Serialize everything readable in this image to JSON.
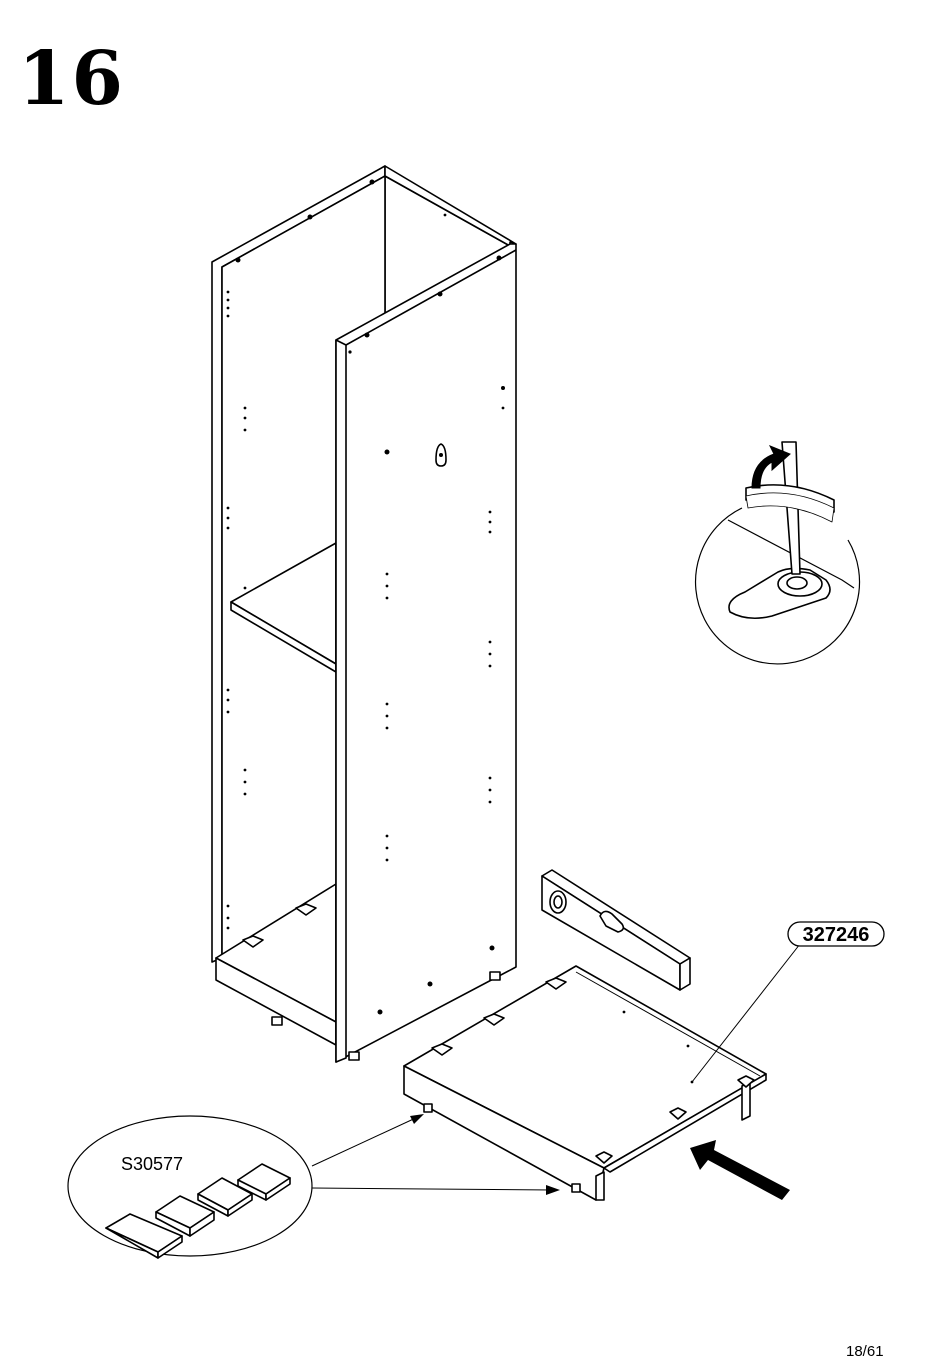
{
  "step": {
    "number": "16"
  },
  "parts": {
    "base_panel_code": "327246",
    "glide_code": "S30577"
  },
  "footer": {
    "page": "18/61"
  },
  "icons": [
    "cabinet-carcass",
    "base-panel",
    "spirit-level-icon",
    "screwdriver-adjust-detail-icon",
    "glide-pad-icon",
    "push-arrow-icon"
  ]
}
